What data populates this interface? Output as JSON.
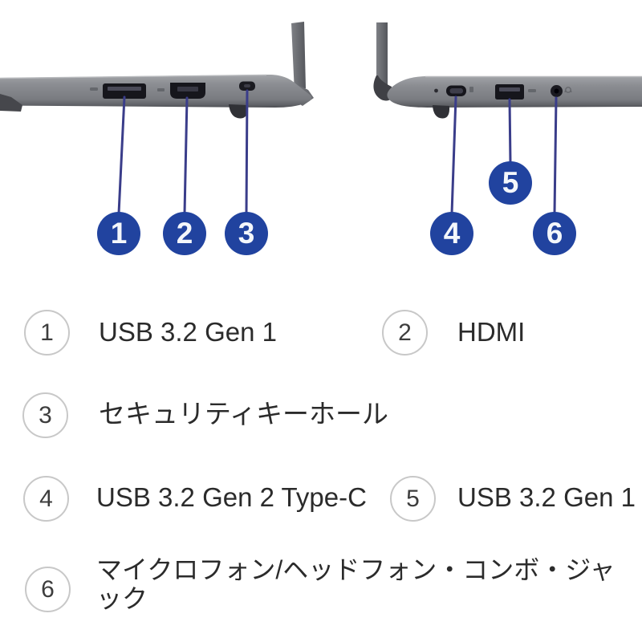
{
  "colors": {
    "callout_bg": "#21439f",
    "callout_number": "#ffffff",
    "leader_line": "#3a3d8a",
    "laptop_body_gray": "#85878c",
    "port_dark": "#16161c",
    "legend_circle_border": "#c8c8c8",
    "legend_text": "#2b2b2b"
  },
  "diagram": {
    "views": [
      {
        "name": "left-side-view",
        "ports": [
          "usb-a-port",
          "hdmi-port",
          "security-keyhole"
        ]
      },
      {
        "name": "right-side-view",
        "ports": [
          "usb-c-port",
          "usb-a-port",
          "headphone-jack"
        ]
      }
    ],
    "callouts": [
      {
        "num": "1",
        "port": "usb-a-port"
      },
      {
        "num": "2",
        "port": "hdmi-port"
      },
      {
        "num": "3",
        "port": "security-keyhole"
      },
      {
        "num": "4",
        "port": "usb-c-port"
      },
      {
        "num": "5",
        "port": "usb-a-port"
      },
      {
        "num": "6",
        "port": "headphone-jack"
      }
    ]
  },
  "legend": {
    "items": [
      {
        "num": "1",
        "label": "USB 3.2 Gen 1"
      },
      {
        "num": "2",
        "label": "HDMI"
      },
      {
        "num": "3",
        "label": "セキュリティキーホール"
      },
      {
        "num": "4",
        "label": "USB 3.2 Gen 2 Type-C"
      },
      {
        "num": "5",
        "label": "USB 3.2 Gen 1"
      },
      {
        "num": "6",
        "label": "マイクロフォン/ヘッドフォン・コンボ・ジャック"
      }
    ]
  }
}
